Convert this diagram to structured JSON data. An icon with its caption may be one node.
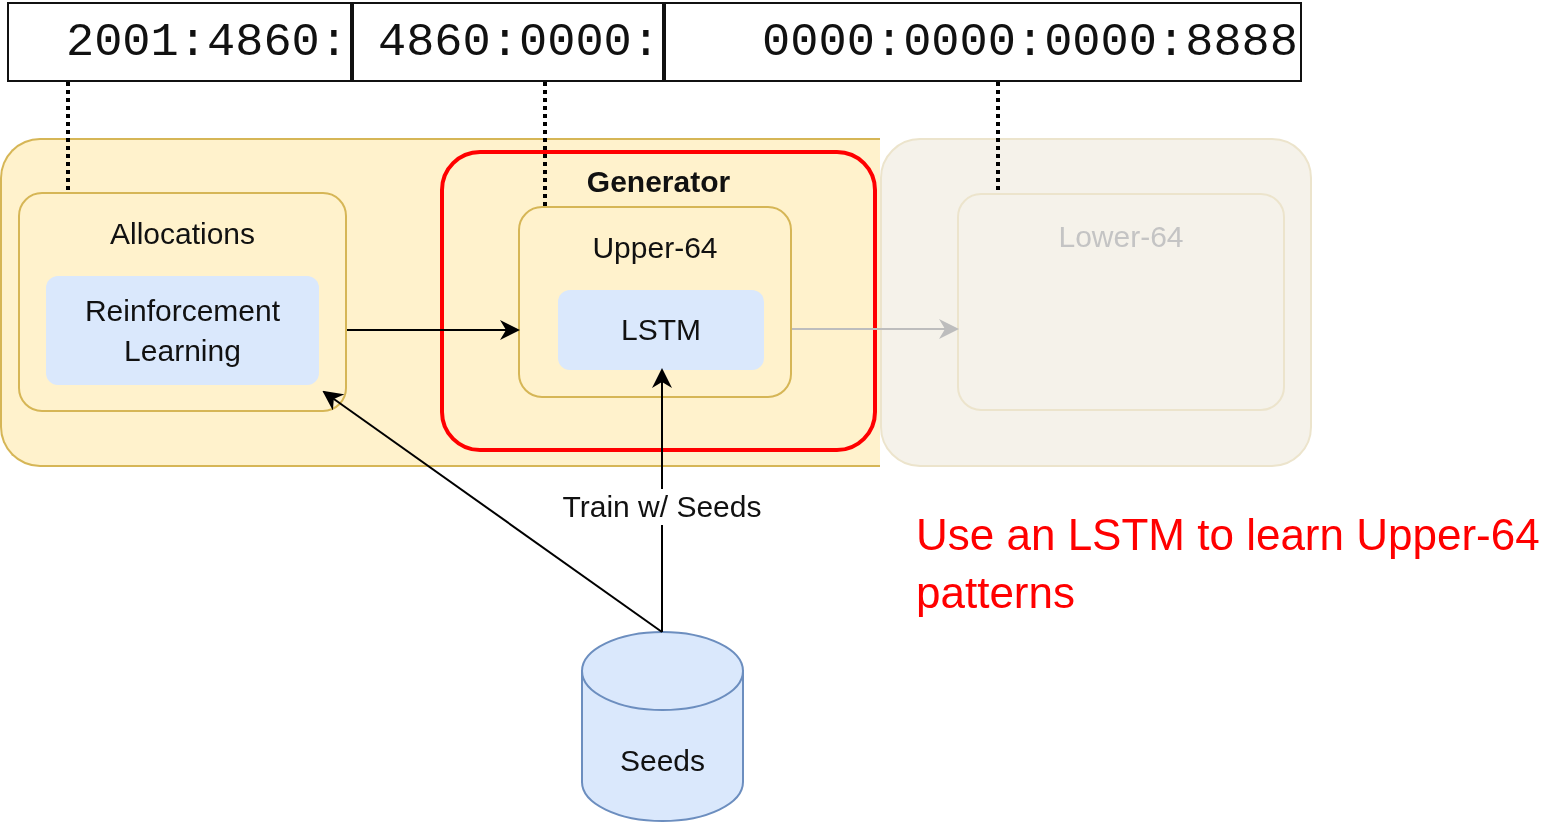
{
  "diagram": {
    "nodes": [
      {
        "text": [
          "2001:4860:"
        ]
      },
      {
        "text": [
          "4860:0000:"
        ]
      },
      {
        "text": [
          "0000:0000:0000:8888"
        ]
      },
      {
        "text": [],
        "shape": "box"
      },
      {
        "text": [],
        "shape": "box"
      },
      {
        "text": [
          "Generator"
        ],
        "in": 3
      },
      {
        "text": [
          "Allocations"
        ],
        "in": 3
      },
      {
        "text": [
          "Reinforcement Learning"
        ],
        "in": 6
      },
      {
        "text": [
          "Upper-64"
        ],
        "in": 5
      },
      {
        "text": [
          "LSTM"
        ],
        "in": 8
      },
      {
        "text": [
          "Lower-64"
        ],
        "in": 4
      },
      {
        "text": [
          "Seeds"
        ]
      }
    ],
    "edges": [
      {
        "from": 0,
        "to": 6,
        "arrow": "none",
        "style": "dashed"
      },
      {
        "from": 1,
        "to": 8,
        "arrow": "none",
        "style": "dashed"
      },
      {
        "from": 2,
        "to": 10,
        "arrow": "none",
        "style": "dashed"
      },
      {
        "from": 6,
        "to": 8,
        "arrow": "to"
      },
      {
        "from": 8,
        "to": 10,
        "arrow": "to",
        "color": "#bdbdbd"
      },
      {
        "from": 11,
        "to": 9,
        "arrow": "to",
        "label": "Train w/ Seeds"
      },
      {
        "from": 11,
        "to": 6,
        "arrow": "to"
      }
    ],
    "labels": [
      "Use an LSTM to learn Upper-64 patterns"
    ]
  }
}
